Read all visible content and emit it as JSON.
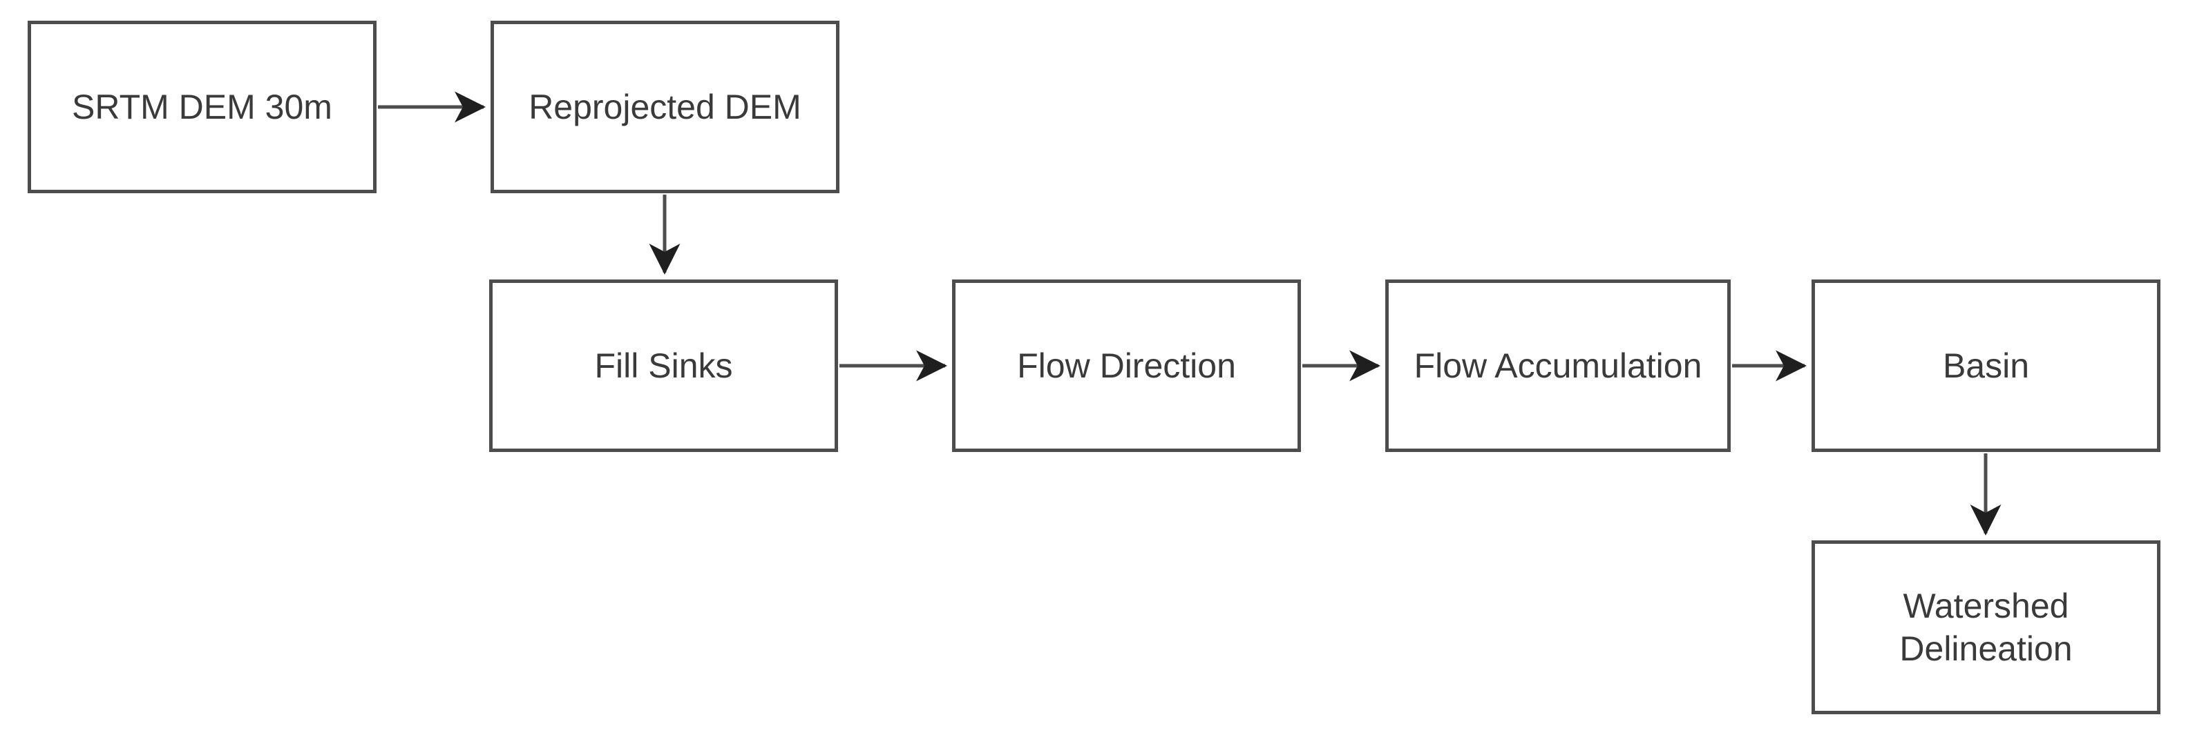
{
  "diagram": {
    "type": "flowchart",
    "description": "Watershed delineation GIS processing workflow",
    "colors": {
      "background": "#ffffff",
      "node_fill": "#ffffff",
      "node_border": "#4d4d4d",
      "node_text": "#3a3a3a",
      "edge_line": "#4d4d4d",
      "arrowhead": "#1f1f1f"
    },
    "nodes": [
      {
        "id": "srtm",
        "label": "SRTM DEM 30m"
      },
      {
        "id": "reprojected",
        "label": "Reprojected DEM"
      },
      {
        "id": "fill_sinks",
        "label": "Fill Sinks"
      },
      {
        "id": "flow_dir",
        "label": "Flow Direction"
      },
      {
        "id": "flow_acc",
        "label": "Flow Accumulation"
      },
      {
        "id": "basin",
        "label": "Basin"
      },
      {
        "id": "watershed",
        "label": "Watershed Delineation"
      }
    ],
    "edges": [
      {
        "from": "SRTM DEM 30m",
        "to": "Reprojected DEM",
        "direction": "right"
      },
      {
        "from": "Reprojected DEM",
        "to": "Fill Sinks",
        "direction": "down"
      },
      {
        "from": "Fill Sinks",
        "to": "Flow Direction",
        "direction": "right"
      },
      {
        "from": "Flow Direction",
        "to": "Flow Accumulation",
        "direction": "right"
      },
      {
        "from": "Flow Accumulation",
        "to": "Basin",
        "direction": "right"
      },
      {
        "from": "Basin",
        "to": "Watershed Delineation",
        "direction": "down"
      }
    ]
  }
}
